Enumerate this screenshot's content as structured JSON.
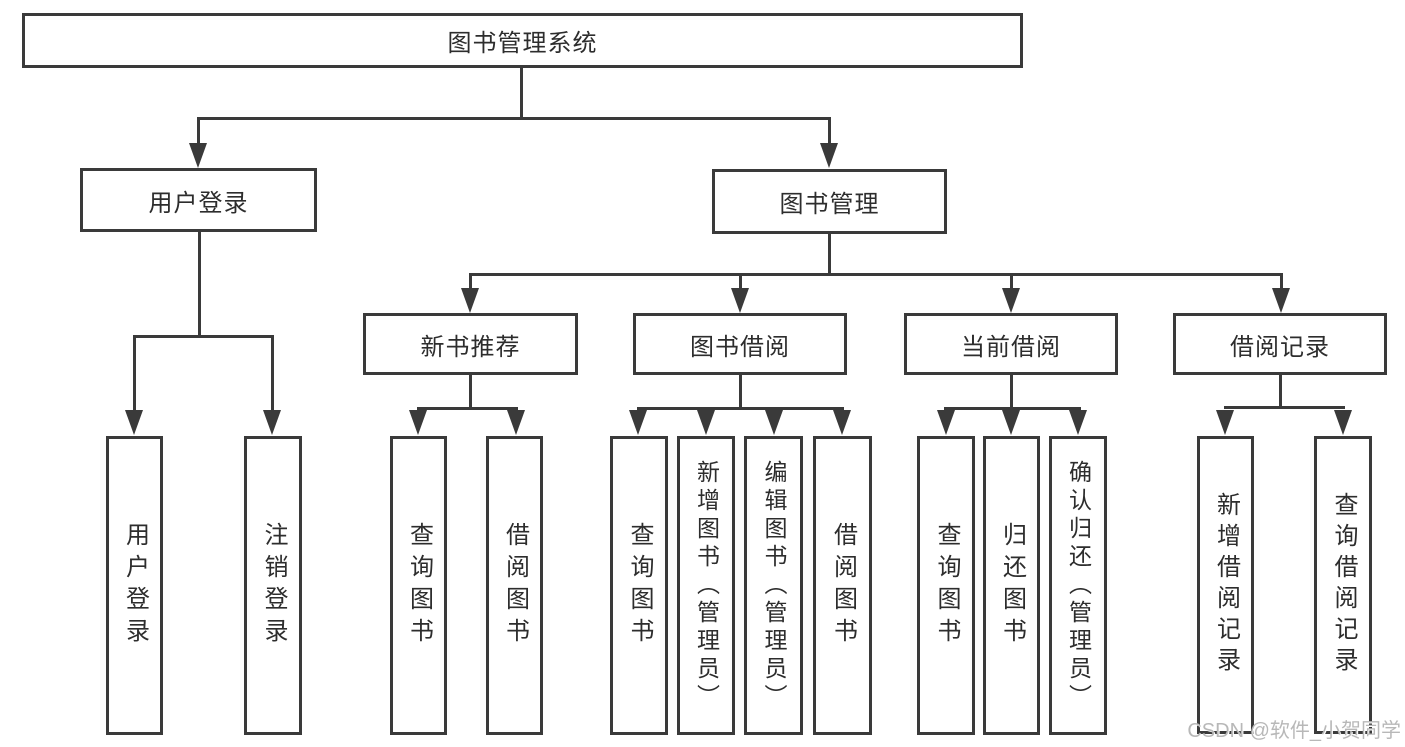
{
  "diagram": {
    "root": {
      "label": "图书管理系统"
    },
    "level2": [
      {
        "id": "user-login",
        "label": "用户登录"
      },
      {
        "id": "book-management",
        "label": "图书管理"
      }
    ],
    "level3": [
      {
        "id": "new-book-recommend",
        "label": "新书推荐",
        "parent": "图书管理"
      },
      {
        "id": "book-borrow",
        "label": "图书借阅",
        "parent": "图书管理"
      },
      {
        "id": "current-borrow",
        "label": "当前借阅",
        "parent": "图书管理"
      },
      {
        "id": "borrow-record",
        "label": "借阅记录",
        "parent": "图书管理"
      }
    ],
    "leaves": [
      {
        "id": "user-login",
        "label": "用户登录",
        "parent": "用户登录"
      },
      {
        "id": "logout",
        "label": "注销登录",
        "parent": "用户登录"
      },
      {
        "id": "query-book-recommend",
        "label": "查询图书",
        "parent": "新书推荐"
      },
      {
        "id": "borrow-book-recommend",
        "label": "借阅图书",
        "parent": "新书推荐"
      },
      {
        "id": "query-book-borrow",
        "label": "查询图书",
        "parent": "图书借阅"
      },
      {
        "id": "add-book-admin",
        "label": "新增图书（管理员）",
        "parent": "图书借阅"
      },
      {
        "id": "edit-book-admin",
        "label": "编辑图书（管理员）",
        "parent": "图书借阅"
      },
      {
        "id": "borrow-book",
        "label": "借阅图书",
        "parent": "图书借阅"
      },
      {
        "id": "query-book-current",
        "label": "查询图书",
        "parent": "当前借阅"
      },
      {
        "id": "return-book",
        "label": "归还图书",
        "parent": "当前借阅"
      },
      {
        "id": "confirm-return-admin",
        "label": "确认归还（管理员）",
        "parent": "当前借阅"
      },
      {
        "id": "add-borrow-record",
        "label": "新增借阅记录",
        "parent": "借阅记录"
      },
      {
        "id": "query-borrow-record",
        "label": "查询借阅记录",
        "parent": "借阅记录"
      }
    ]
  },
  "watermark": {
    "text": "CSDN @软件_小贺同学"
  },
  "colors": {
    "line": "#3a3a3a",
    "text": "#2d2d2d",
    "watermark": "#b8b8b8",
    "background": "#ffffff"
  }
}
